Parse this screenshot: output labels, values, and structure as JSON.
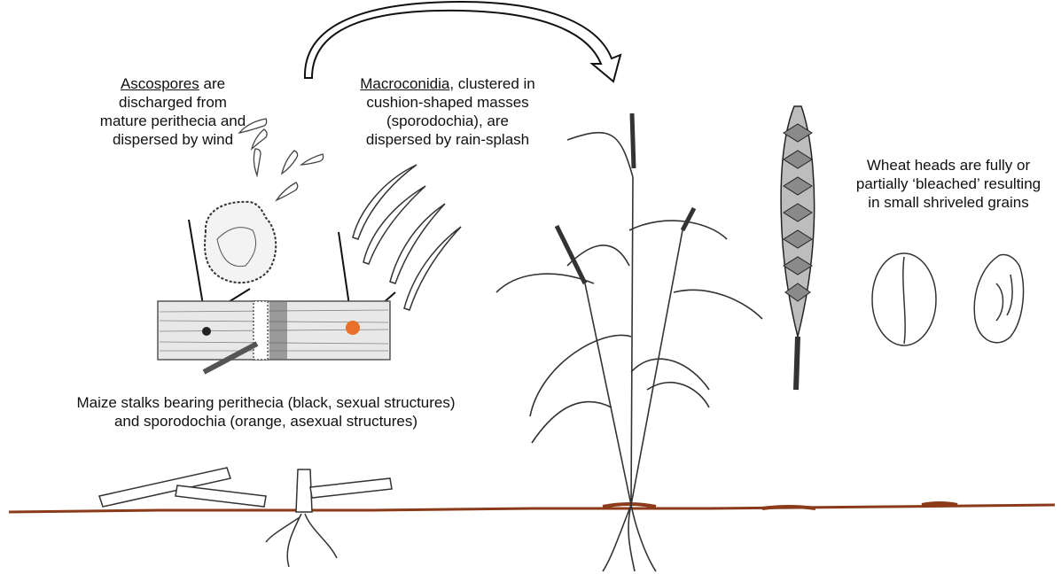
{
  "labels": {
    "ascospores_term": "Ascospores",
    "ascospores_rest_1": " are",
    "ascospores_line_2": "discharged from",
    "ascospores_line_3": "mature perithecia and",
    "ascospores_line_4": "dispersed by wind",
    "macroconidia_term": "Macroconidia",
    "macroconidia_rest_1": ", clustered in",
    "macroconidia_line_2": "cushion-shaped masses",
    "macroconidia_line_3": "(sporodochia), are",
    "macroconidia_line_4": "dispersed by rain-splash",
    "maize_line_1": "Maize stalks bearing perithecia (black, sexual structures)",
    "maize_line_2": "and sporodochia (orange, asexual structures)",
    "wheat_line_1": "Wheat heads are fully or",
    "wheat_line_2": "partially ‘bleached’ resulting",
    "wheat_line_3": "in small shriveled grains"
  },
  "colors": {
    "soil": "#8b3a1a",
    "sporodochium": "#e8702a",
    "line_art": "#333333"
  },
  "icons": [
    "cycle-arrow-icon",
    "ascospore-icon",
    "macroconidium-icon",
    "perithecium-icon",
    "maize-stalk-icon",
    "wheat-plant-icon",
    "wheat-head-icon",
    "grain-icon"
  ]
}
